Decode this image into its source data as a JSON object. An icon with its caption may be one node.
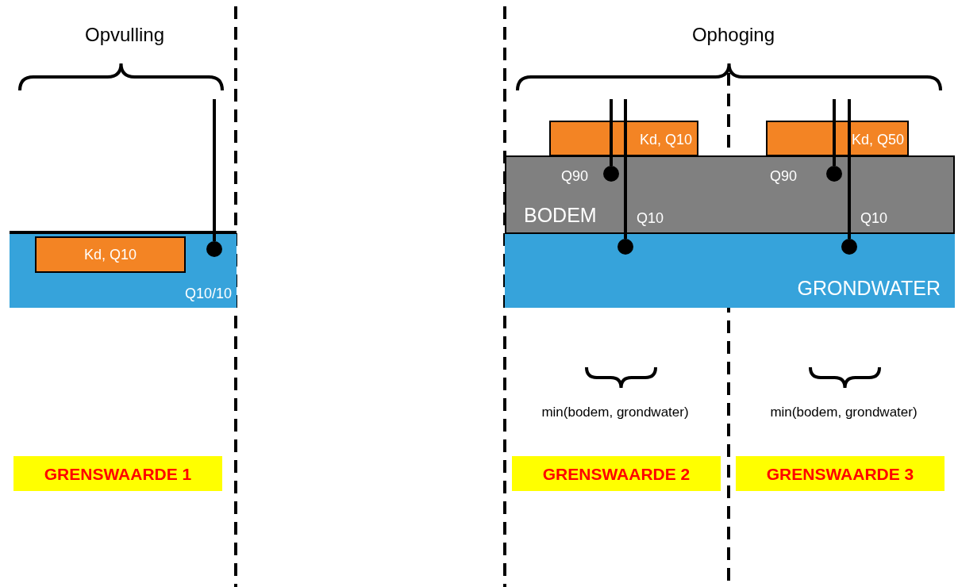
{
  "diagram": {
    "nodes": [
      {
        "text": [
          "Q10/10"
        ]
      },
      {
        "text": [
          "Kd, Q10"
        ],
        "in": 0
      },
      {
        "text": [],
        "shape": "circle",
        "in": 0
      },
      {
        "text": [
          "Kd, Q10"
        ]
      },
      {
        "text": [
          "Kd, Q50"
        ]
      },
      {
        "text": [
          "Q90",
          "Q90",
          "BODEM",
          "Q10",
          "Q10"
        ]
      },
      {
        "text": [],
        "shape": "circle",
        "in": 5
      },
      {
        "text": [],
        "shape": "circle",
        "in": 5
      },
      {
        "text": [
          "GRONDWATER"
        ]
      },
      {
        "text": [],
        "shape": "circle",
        "in": 8
      },
      {
        "text": [],
        "shape": "circle",
        "in": 8
      },
      {
        "text": [
          "GRENSWAARDE 1"
        ]
      },
      {
        "text": [
          "GRENSWAARDE 2"
        ]
      },
      {
        "text": [
          "GRENSWAARDE 3"
        ]
      }
    ],
    "edges": [
      {
        "from": null,
        "to": 2,
        "arrow": "none"
      },
      {
        "from": null,
        "to": 6,
        "arrow": "none"
      },
      {
        "from": null,
        "to": 9,
        "arrow": "none"
      },
      {
        "from": null,
        "to": 7,
        "arrow": "none"
      },
      {
        "from": null,
        "to": 10,
        "arrow": "none"
      }
    ],
    "labels": [
      "Opvulling",
      "Ophoging",
      "min(bodem, grondwater)",
      "min(bodem, grondwater)"
    ]
  }
}
